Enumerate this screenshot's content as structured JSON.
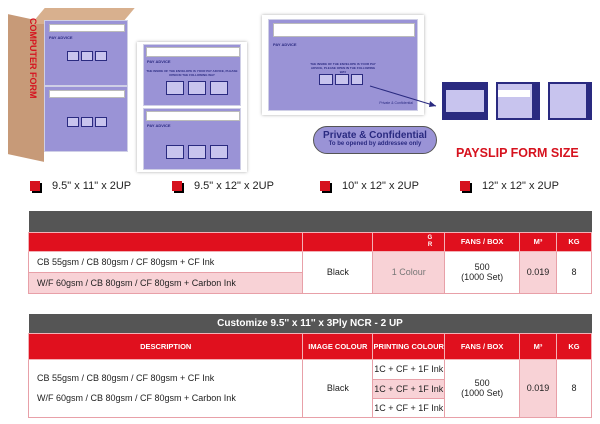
{
  "images": {
    "box_label": "COMPUTER FORM",
    "pay_advice": "PAY ADVICE",
    "envelope_message": "THE INSIDE OF THE ENVELOPE IS YOUR PAY ADVICE, PLEASE OPEN IN THE FOLLOWING WAY",
    "private_small": "Private & Confidential",
    "badge_title": "Private & Confidential",
    "badge_subtitle": "To be opened by addressee only"
  },
  "section_title": "PAYSLIP FORM SIZE",
  "sizes": [
    "9.5\" x 11\" x 2UP",
    "9.5\" x 12\" x 2UP",
    "10\" x 12\" x 2UP",
    "12\" x 12\" x 2UP"
  ],
  "table1": {
    "title": "",
    "headers": {
      "description": "",
      "image_colour": "",
      "printing_colour": "G R",
      "fans_box": "FANS / BOX",
      "m3": "M³",
      "kg": "KG"
    },
    "rows": [
      "CB 55gsm / CB 80gsm / CF 80gsm + CF Ink",
      "W/F 60gsm / CB 80gsm / CF 80gsm + Carbon Ink"
    ],
    "image_colour": "Black",
    "printing_colour": "1 Colour",
    "fans_box": "500",
    "fans_sets": "(1000 Set)",
    "m3": "0.019",
    "kg": "8"
  },
  "table2": {
    "title": "Customize 9.5'' x 11'' x 3Ply NCR  - 2 UP",
    "headers": {
      "description": "DESCRIPTION",
      "image_colour": "IMAGE COLOUR",
      "printing_colour": "PRINTING COLOUR",
      "fans_box": "FANS / BOX",
      "m3": "M³",
      "kg": "KG"
    },
    "rows": [
      "CB 55gsm / CB 80gsm / CF 80gsm + CF Ink",
      "W/F 60gsm / CB 80gsm / CF 80gsm + Carbon Ink"
    ],
    "image_colour": "Black",
    "printing_colours": [
      "1C + CF + 1F Ink",
      "1C + CF + 1F Ink",
      "1C + CF + 1F Ink"
    ],
    "fans_box": "500",
    "fans_sets": "(1000 Set)",
    "m3": "0.019",
    "kg": "8"
  },
  "colors": {
    "brand_red": "#e0101e",
    "dark_bar": "#555555",
    "pink": "#f8d2d6",
    "form_purple": "#9a93d6"
  }
}
